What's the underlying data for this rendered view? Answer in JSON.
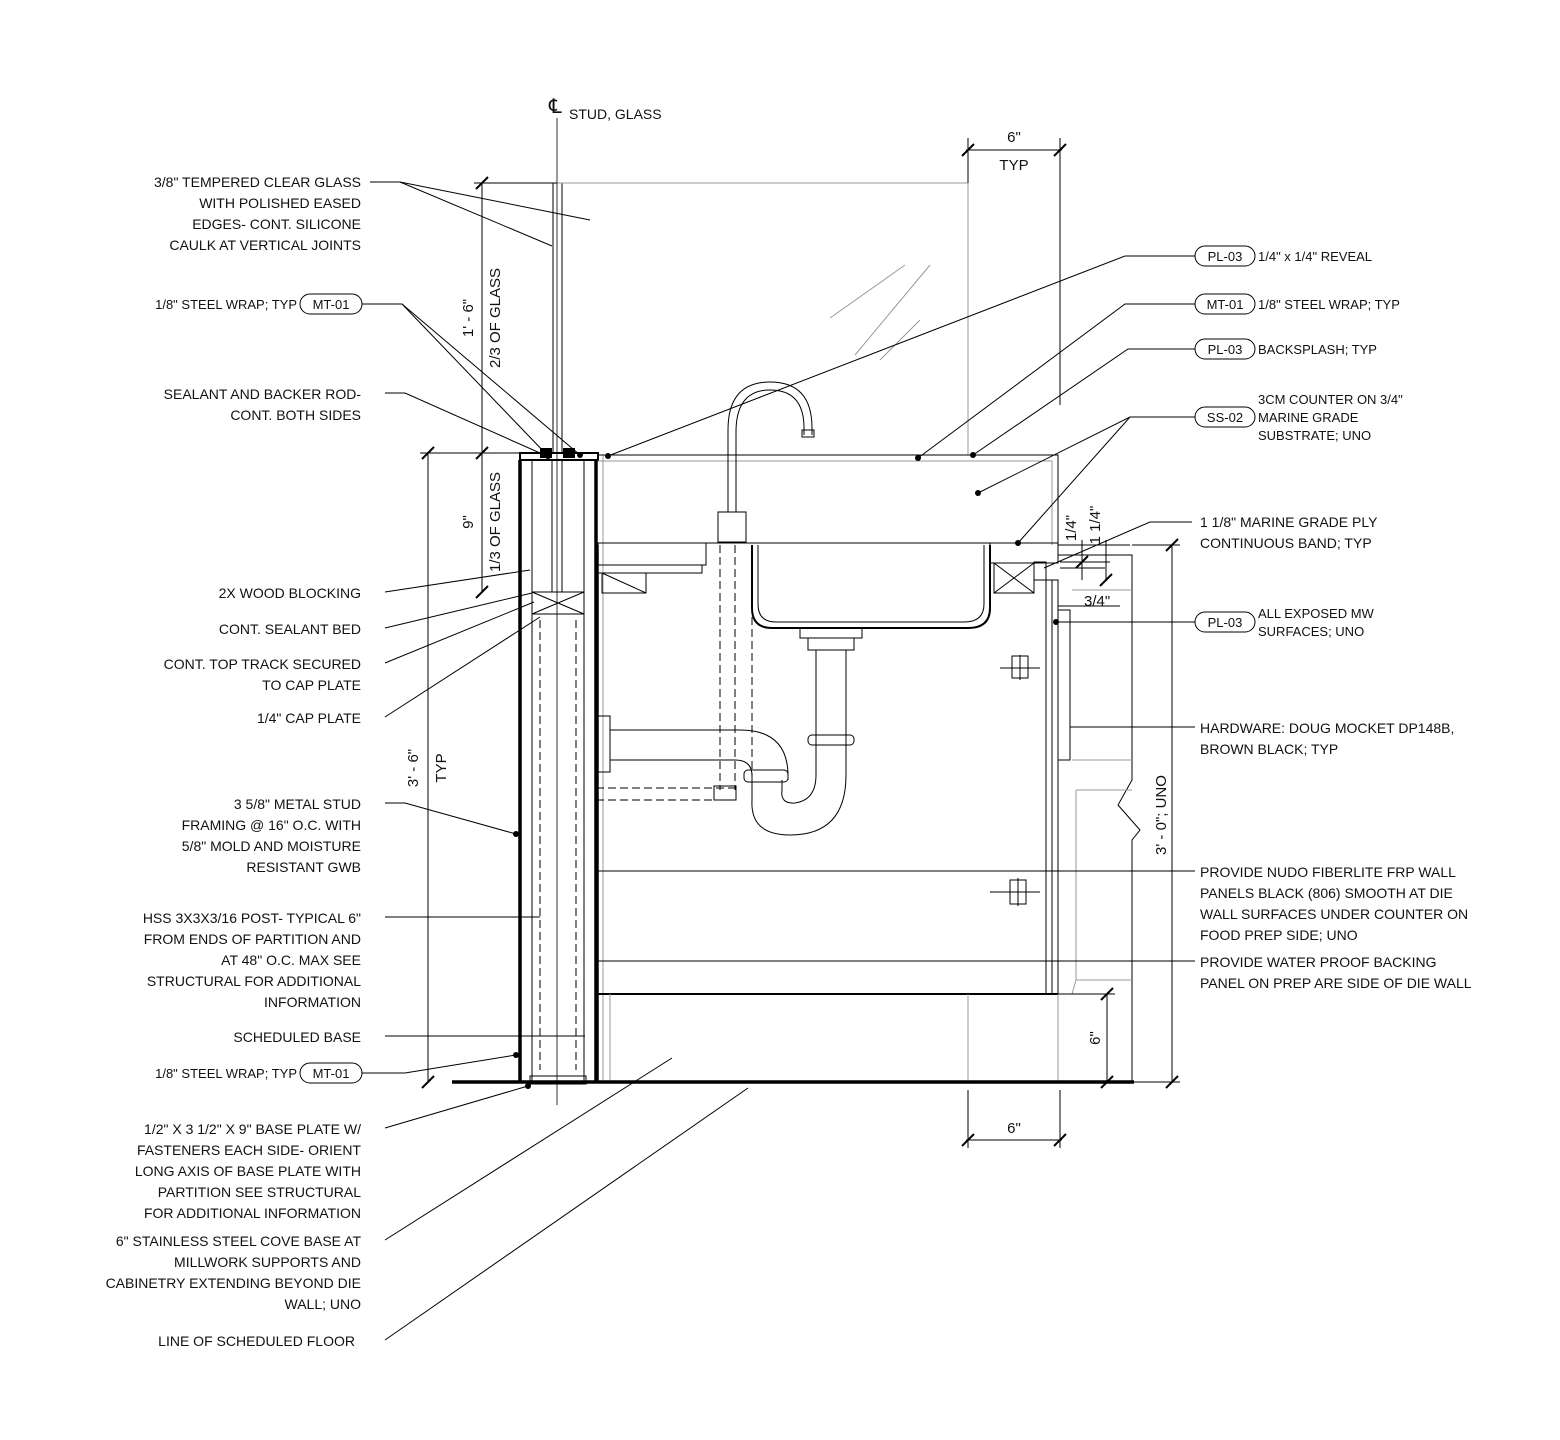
{
  "centerline": {
    "symbol": "℄",
    "label": "STUD, GLASS"
  },
  "dimensions": {
    "top_width": "6\"",
    "top_typ": "TYP",
    "glass_upper": "1' - 6\"",
    "glass_upper_note": "2/3 OF GLASS",
    "glass_lower": "9\"",
    "glass_lower_note": "1/3 OF GLASS",
    "wall_height": "3' - 6\"",
    "wall_height_typ": "TYP",
    "reveal_1": "1/4\"",
    "reveal_2": "1 1/4\"",
    "door_offset": "3/4\"",
    "counter_height": "3' - 0\"; UNO",
    "toe_height": "6\"",
    "bottom_width": "6\""
  },
  "left_notes": {
    "glass": [
      "3/8\" TEMPERED CLEAR GLASS",
      "WITH POLISHED EASED",
      "EDGES- CONT. SILICONE",
      "CAULK AT VERTICAL JOINTS"
    ],
    "steel_wrap_top": "1/8\" STEEL WRAP; TYP",
    "steel_wrap_top_tag": "MT-01",
    "sealant": [
      "SEALANT AND BACKER ROD-",
      "CONT. BOTH SIDES"
    ],
    "blocking": "2X WOOD BLOCKING",
    "sealant_bed": "CONT. SEALANT BED",
    "top_track": [
      "CONT. TOP TRACK SECURED",
      "TO CAP PLATE"
    ],
    "cap_plate": "1/4\" CAP PLATE",
    "metal_stud": [
      "3 5/8\" METAL STUD",
      "FRAMING @ 16\" O.C. WITH",
      "5/8\" MOLD AND MOISTURE",
      "RESISTANT GWB"
    ],
    "hss": [
      "HSS 3X3X3/16 POST- TYPICAL 6\"",
      "FROM ENDS OF PARTITION AND",
      "AT 48\" O.C. MAX SEE",
      "STRUCTURAL FOR ADDITIONAL",
      "INFORMATION"
    ],
    "scheduled_base": "SCHEDULED BASE",
    "steel_wrap_bottom": "1/8\" STEEL WRAP; TYP",
    "steel_wrap_bottom_tag": "MT-01",
    "base_plate": [
      "1/2\" X 3 1/2\" X 9\" BASE PLATE W/",
      "FASTENERS EACH SIDE- ORIENT",
      "LONG AXIS OF BASE PLATE WITH",
      "PARTITION SEE STRUCTURAL",
      "FOR ADDITIONAL INFORMATION"
    ],
    "cove_base": [
      "6\" STAINLESS STEEL COVE BASE AT",
      "MILLWORK SUPPORTS AND",
      "CABINETRY EXTENDING BEYOND DIE",
      "WALL; UNO"
    ],
    "floor": "LINE OF SCHEDULED FLOOR"
  },
  "right_notes": {
    "reveal_tag": "PL-03",
    "reveal": "1/4\" x 1/4\" REVEAL",
    "wrap_tag": "MT-01",
    "wrap": "1/8\" STEEL WRAP; TYP",
    "backsplash_tag": "PL-03",
    "backsplash": "BACKSPLASH; TYP",
    "counter_tag": "SS-02",
    "counter": [
      "3CM COUNTER ON 3/4\"",
      "MARINE GRADE",
      "SUBSTRATE; UNO"
    ],
    "ply": [
      "1 1/8\"  MARINE GRADE PLY",
      "CONTINUOUS BAND; TYP"
    ],
    "exposed_tag": "PL-03",
    "exposed": [
      "ALL EXPOSED MW",
      "SURFACES; UNO"
    ],
    "hardware": [
      "HARDWARE: DOUG MOCKET DP148B,",
      "BROWN BLACK; TYP"
    ],
    "frp": [
      "PROVIDE NUDO FIBERLITE FRP WALL",
      "PANELS BLACK (806) SMOOTH AT DIE",
      "WALL SURFACES UNDER COUNTER ON",
      "FOOD PREP SIDE; UNO"
    ],
    "backing": [
      "PROVIDE WATER PROOF BACKING",
      "PANEL ON PREP ARE SIDE OF DIE WALL"
    ]
  }
}
